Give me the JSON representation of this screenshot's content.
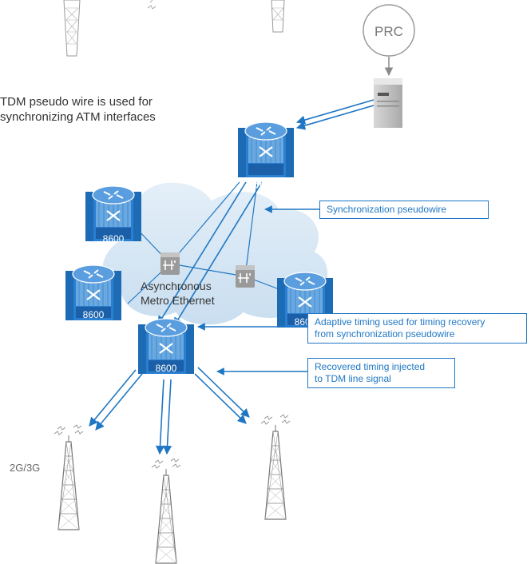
{
  "annotation": {
    "line1": "TDM pseudo wire is used for",
    "line2": "synchronizing ATM interfaces"
  },
  "prc_label": "PRC",
  "cloud": {
    "line1": "Asynchronous",
    "line2": "Metro Ethernet"
  },
  "router_label": "8600",
  "callouts": {
    "sync_pw": "Synchronization pseudowire",
    "adaptive_1": "Adaptive timing used for timing recovery",
    "adaptive_2": "from synchronization pseudowire",
    "recovered_1": "Recovered timing injected",
    "recovered_2": "to TDM line signal"
  },
  "tower_label": "2G/3G",
  "colors": {
    "accent": "#1f77c4",
    "router": "#2a7fd0",
    "cloud": "#d6e6f3",
    "text": "#333333"
  }
}
